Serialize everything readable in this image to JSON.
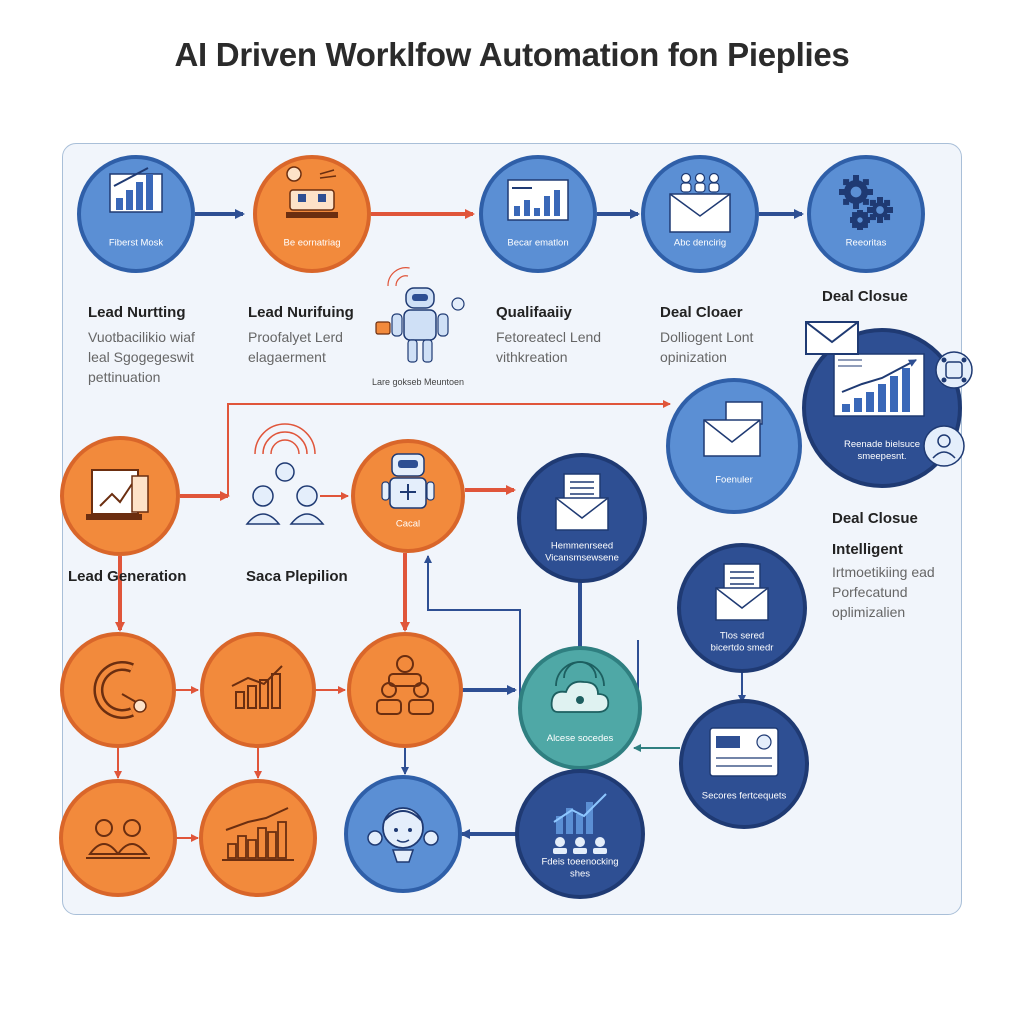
{
  "title": "AI Driven Worklfow Automation fon Pieplies",
  "colors": {
    "orange": "#f28a3c",
    "orange_border": "#d9662a",
    "blue": "#5b8fd4",
    "blue_border": "#2f5fa8",
    "navy": "#2e4f93",
    "navy_border": "#1f3a73",
    "teal": "#4fa8a6",
    "teal_border": "#2f7f80",
    "arrow_blue": "#2e4f93",
    "arrow_red": "#e0553a",
    "panel_bg": "#f1f5fb"
  },
  "nodes": [
    {
      "id": "n1",
      "label": "Fiberst Mosk",
      "icon": "bar-chart-icon"
    },
    {
      "id": "n2",
      "label": "Be eornatriag",
      "icon": "robot-desk-icon"
    },
    {
      "id": "n3",
      "label": "Becar ematlon",
      "icon": "report-chart-icon"
    },
    {
      "id": "n4",
      "label": "Abc dencirig",
      "icon": "envelope-people-icon"
    },
    {
      "id": "n5",
      "label": "Reeoritas",
      "icon": "gears-icon"
    },
    {
      "id": "n6",
      "label": "",
      "icon": "chart-board-icon"
    },
    {
      "id": "n7",
      "label": "",
      "icon": "people-signal-icon"
    },
    {
      "id": "n8",
      "label": "Cacal",
      "icon": "robot-icon"
    },
    {
      "id": "n9",
      "label": "Hemmenrseed\nVicansmsewsene",
      "icon": "envelope-letter-icon"
    },
    {
      "id": "n10",
      "label": "Foenuler",
      "icon": "envelope-icon"
    },
    {
      "id": "n11",
      "label": "Reenade bielsuce\nsmeepesnt.",
      "icon": "growth-chart-icon"
    },
    {
      "id": "n12",
      "label": "Tlos sered\nbicertdo smedr",
      "icon": "envelope-letter-icon"
    },
    {
      "id": "n13",
      "label": "",
      "icon": "magnet-icon"
    },
    {
      "id": "n14",
      "label": "",
      "icon": "trend-chart-icon"
    },
    {
      "id": "n15",
      "label": "",
      "icon": "team-meeting-icon"
    },
    {
      "id": "n16",
      "label": "Alcese socedes",
      "icon": "cloud-signal-icon"
    },
    {
      "id": "n17",
      "label": "Secores fertcequets",
      "icon": "card-icon"
    },
    {
      "id": "n18",
      "label": "",
      "icon": "people-icon"
    },
    {
      "id": "n19",
      "label": "",
      "icon": "city-chart-icon"
    },
    {
      "id": "n20",
      "label": "",
      "icon": "face-icon"
    },
    {
      "id": "n21",
      "label": "Fdeis toeenocking\nshes",
      "icon": "analytics-people-icon"
    }
  ],
  "top_labels": [
    {
      "title": "Lead Nurtting",
      "desc": "Vuotbacilikio wiaf\nleal Sgogegeswit\npettinuation"
    },
    {
      "title": "Lead Nurifuing",
      "desc": "Proofalyet Lerd\nelagaerment"
    },
    {
      "title": "Qualifaaiiy",
      "desc": "Fetoreatecl Lend\nvithkreation"
    },
    {
      "title": "Deal Cloaer",
      "desc": "Dolliogent Lont\nopinization"
    },
    {
      "title": "Deal Closue",
      "desc": ""
    }
  ],
  "robot_caption": "Lare gokseb Meuntoen",
  "lead_generation": "Lead Generation",
  "sales_pipeline": "Saca Plepilion",
  "right_panel": {
    "title": "Deal Closue",
    "subtitle": "Intelligent",
    "desc": "Irtmoetikiing ead\nPorfecatund\noplimizalien"
  }
}
